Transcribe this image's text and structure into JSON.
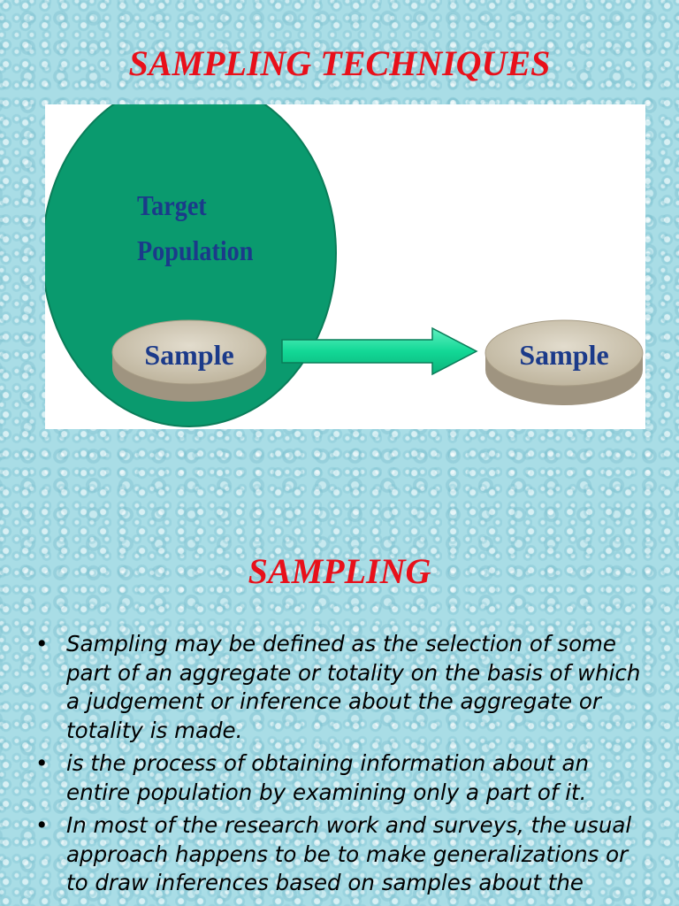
{
  "slide1": {
    "title": "SAMPLING TECHNIQUES",
    "diagram": {
      "population_label_line1": "Target",
      "population_label_line2": "Population",
      "sample_label_inner": "Sample",
      "sample_label_outer": "Sample",
      "colors": {
        "population": "#0a9a6e",
        "sample_disc": "#cfc6b2",
        "arrow": "#1ddc9a",
        "label_text": "#1b3a8a"
      }
    }
  },
  "slide2": {
    "title": "SAMPLING",
    "bullets": [
      "Sampling may be defined as the selection of some part of an aggregate or totality on the basis of which a judgement or inference about the aggregate or totality is made.",
      "is the process of obtaining information about an entire population by examining only a part of it.",
      "In most of the research work and surveys, the usual approach happens to be to make generalizations or to draw inferences based on samples about the"
    ]
  }
}
